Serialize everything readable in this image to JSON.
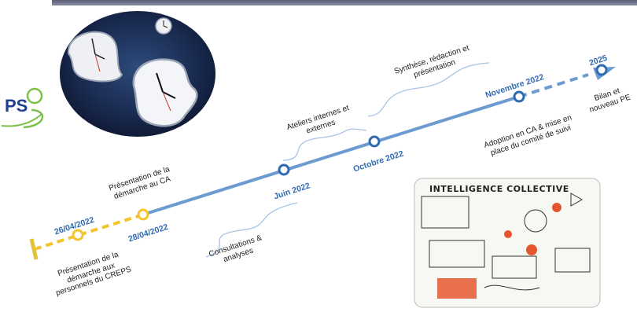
{
  "colors": {
    "timeline_blue": "#6b9bd1",
    "timeline_yellow": "#f4c430",
    "date_blue": "#2f6bb3",
    "logo_green": "#7cc04b",
    "logo_blue": "#1f3f8f"
  },
  "logo": {
    "text": "PS"
  },
  "sketchnote": {
    "title": "INTELLIGENCE COLLECTIVE"
  },
  "milestones": [
    {
      "date": "26/04/2022",
      "label": "Présentation de la démarche aux personnels du CREPS",
      "style": "dashed-yellow"
    },
    {
      "date": "28/04/2022",
      "label": "Présentation de la démarche au CA",
      "style": "solid-yellow"
    },
    {
      "date": "Juin 2022",
      "label": "",
      "style": "blue"
    },
    {
      "date": "Octobre 2022",
      "label": "",
      "style": "blue"
    },
    {
      "date": "Novembre 2022",
      "label": "Adoption en CA & mise en place du comité de suivi",
      "style": "blue"
    },
    {
      "date": "2025",
      "label": "Bilan et nouveau PE",
      "style": "blue"
    }
  ],
  "phases": [
    {
      "label": "Consultations & analyses"
    },
    {
      "label": "Ateliers internes et externes"
    },
    {
      "label": "Synthèse, rédaction et présentation"
    }
  ]
}
